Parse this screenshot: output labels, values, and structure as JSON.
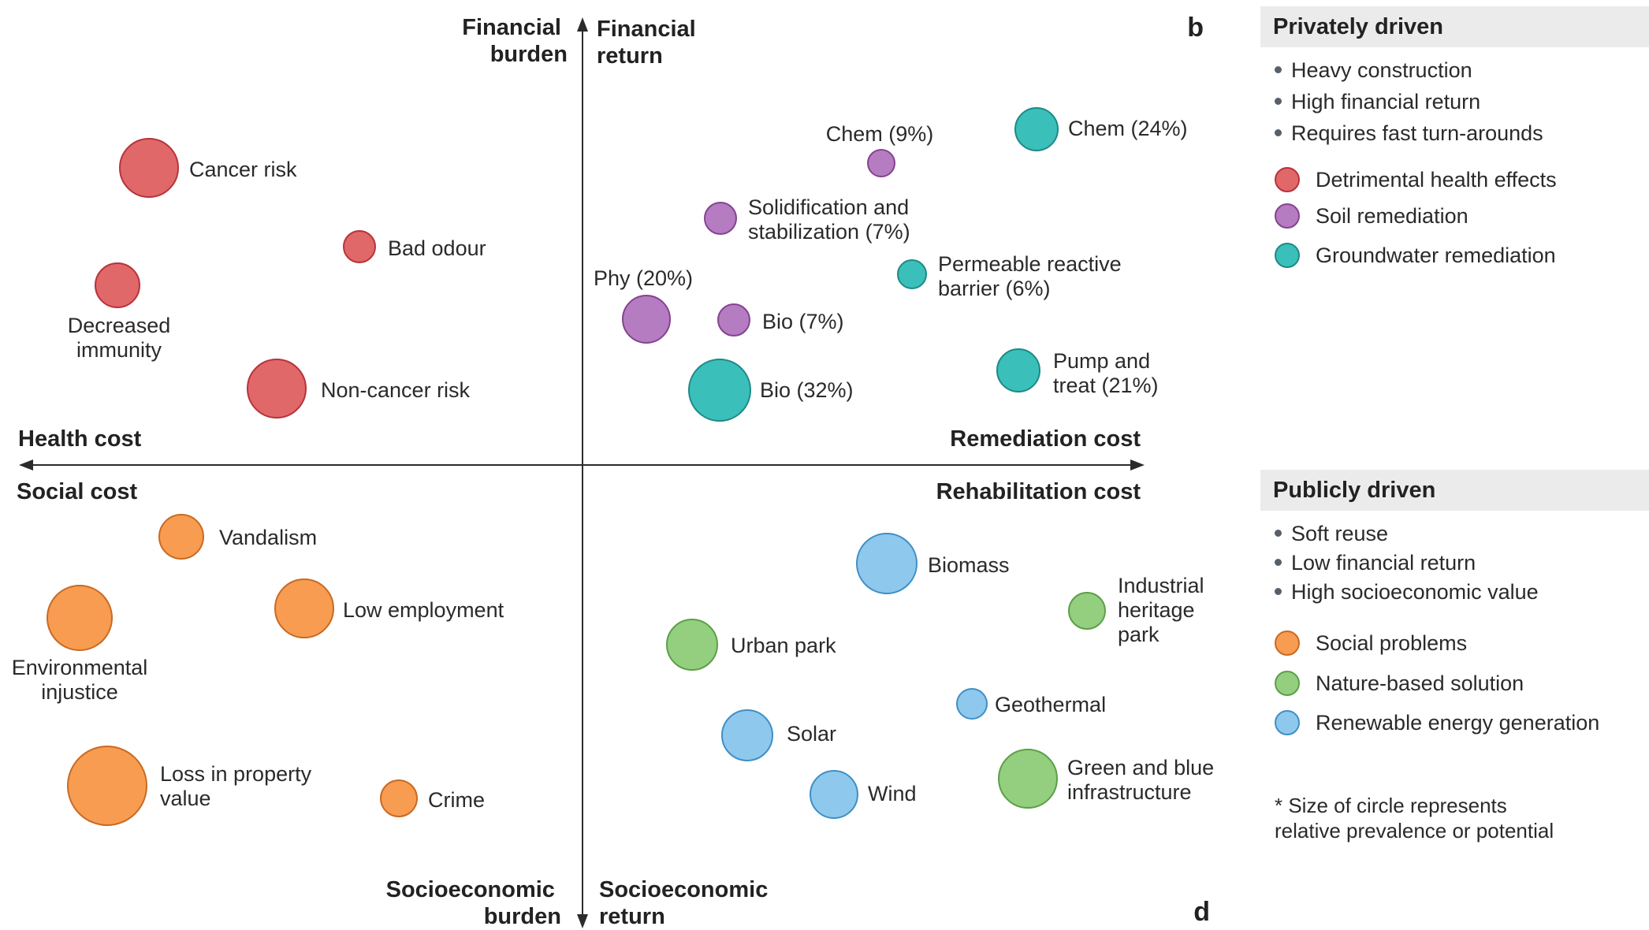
{
  "panel_letters": {
    "top": "b",
    "bottom": "d"
  },
  "axes": {
    "up_left": [
      "Financial",
      "burden"
    ],
    "up_right": [
      "Financial",
      "return"
    ],
    "down_left": [
      "Socioeconomic",
      "burden"
    ],
    "down_right": [
      "Socioeconomic",
      "return"
    ],
    "upper_left_end": "Health cost",
    "upper_right_end": "Remediation cost",
    "lower_left_end": "Social cost",
    "lower_right_end": "Rehabilitation cost"
  },
  "categories": {
    "health": {
      "fill": "#e06868",
      "stroke": "#b8323c"
    },
    "soil": {
      "fill": "#b57cc2",
      "stroke": "#84438f"
    },
    "groundwater": {
      "fill": "#3bbfba",
      "stroke": "#1c8a86"
    },
    "social": {
      "fill": "#f89c52",
      "stroke": "#c96a22"
    },
    "nature": {
      "fill": "#93cf7f",
      "stroke": "#5c9f48"
    },
    "energy": {
      "fill": "#8ec8ec",
      "stroke": "#3f8fc6"
    }
  },
  "nodes": [
    {
      "id": "cancer-risk",
      "category": "health",
      "label": [
        "Cancer risk"
      ]
    },
    {
      "id": "bad-odour",
      "category": "health",
      "label": [
        "Bad odour"
      ]
    },
    {
      "id": "decreased-immunity",
      "category": "health",
      "label": [
        "Decreased",
        "immunity"
      ]
    },
    {
      "id": "non-cancer-risk",
      "category": "health",
      "label": [
        "Non-cancer risk"
      ]
    },
    {
      "id": "chem-9",
      "category": "soil",
      "label": [
        "Chem (9%)"
      ]
    },
    {
      "id": "solidification",
      "category": "soil",
      "label": [
        "Solidification and",
        "stabilization (7%)"
      ]
    },
    {
      "id": "phy-20",
      "category": "soil",
      "label": [
        "Phy (20%)"
      ]
    },
    {
      "id": "bio-7",
      "category": "soil",
      "label": [
        "Bio (7%)"
      ]
    },
    {
      "id": "chem-24",
      "category": "groundwater",
      "label": [
        "Chem (24%)"
      ]
    },
    {
      "id": "permeable-reactive-barrier",
      "category": "groundwater",
      "label": [
        "Permeable reactive",
        "barrier (6%)"
      ]
    },
    {
      "id": "pump-and-treat",
      "category": "groundwater",
      "label": [
        "Pump and",
        "treat (21%)"
      ]
    },
    {
      "id": "bio-32",
      "category": "groundwater",
      "label": [
        "Bio (32%)"
      ]
    },
    {
      "id": "vandalism",
      "category": "social",
      "label": [
        "Vandalism"
      ]
    },
    {
      "id": "environmental-injustice",
      "category": "social",
      "label": [
        "Environmental",
        "injustice"
      ]
    },
    {
      "id": "low-employment",
      "category": "social",
      "label": [
        "Low employment"
      ]
    },
    {
      "id": "loss-in-property-value",
      "category": "social",
      "label": [
        "Loss in property",
        "value"
      ]
    },
    {
      "id": "crime",
      "category": "social",
      "label": [
        "Crime"
      ]
    },
    {
      "id": "biomass",
      "category": "energy",
      "label": [
        "Biomass"
      ]
    },
    {
      "id": "industrial-heritage-park",
      "category": "nature",
      "label": [
        "Industrial",
        "heritage",
        "park"
      ]
    },
    {
      "id": "urban-park",
      "category": "nature",
      "label": [
        "Urban park"
      ]
    },
    {
      "id": "geothermal",
      "category": "energy",
      "label": [
        "Geothermal"
      ]
    },
    {
      "id": "solar",
      "category": "energy",
      "label": [
        "Solar"
      ]
    },
    {
      "id": "wind",
      "category": "energy",
      "label": [
        "Wind"
      ]
    },
    {
      "id": "green-and-blue-infrastructure",
      "category": "nature",
      "label": [
        "Green and blue",
        "infrastructure"
      ]
    }
  ],
  "privately_driven": {
    "title": "Privately driven",
    "bullets": [
      "Heavy construction",
      "High financial return",
      "Requires fast turn-arounds"
    ],
    "keys": [
      {
        "category": "health",
        "label": "Detrimental health effects"
      },
      {
        "category": "soil",
        "label": "Soil remediation"
      },
      {
        "category": "groundwater",
        "label": "Groundwater remediation"
      }
    ]
  },
  "publicly_driven": {
    "title": "Publicly driven",
    "bullets": [
      "Soft reuse",
      "Low financial return",
      "High socioeconomic value"
    ],
    "keys": [
      {
        "category": "social",
        "label": "Social problems"
      },
      {
        "category": "nature",
        "label": "Nature-based solution"
      },
      {
        "category": "energy",
        "label": "Renewable energy generation"
      }
    ],
    "note": [
      "* Size of circle represents",
      "relative prevalence or potential"
    ]
  }
}
